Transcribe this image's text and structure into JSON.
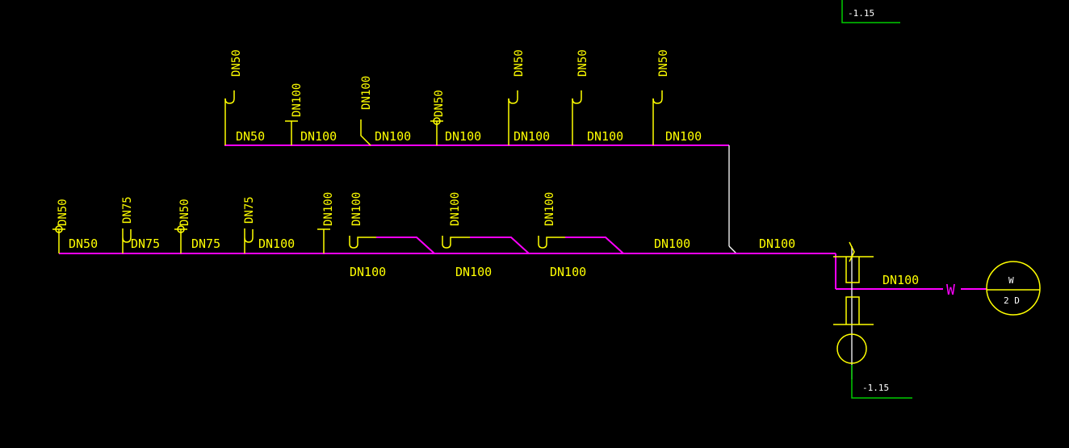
{
  "elevations": {
    "top": "-1.15",
    "bottom": "-1.15"
  },
  "upper_branch": {
    "risers": [
      {
        "id": "u1",
        "vertical": "DN50",
        "horizontal": "DN50"
      },
      {
        "id": "u2",
        "vertical": "DN100",
        "horizontal": "DN100"
      },
      {
        "id": "u3",
        "vertical": "DN100",
        "horizontal": "DN100"
      },
      {
        "id": "u4",
        "vertical": "DN50",
        "horizontal": "DN100"
      },
      {
        "id": "u5",
        "vertical": "DN50",
        "horizontal": "DN100"
      },
      {
        "id": "u6",
        "vertical": "DN50",
        "horizontal": "DN100"
      },
      {
        "id": "u7",
        "vertical": "DN50",
        "horizontal": "DN100"
      }
    ]
  },
  "lower_branch": {
    "risers": [
      {
        "id": "l1",
        "vertical": "DN50",
        "horizontal": "DN50"
      },
      {
        "id": "l2",
        "vertical": "DN75",
        "horizontal": "DN75"
      },
      {
        "id": "l3",
        "vertical": "DN50",
        "horizontal": "DN75"
      },
      {
        "id": "l4",
        "vertical": "DN75",
        "horizontal": "DN100"
      },
      {
        "id": "l5",
        "vertical": "DN100",
        "horizontal": ""
      },
      {
        "id": "l6",
        "vertical": "DN100",
        "horizontal": "DN100"
      },
      {
        "id": "l7",
        "vertical": "DN100",
        "horizontal": "DN100"
      },
      {
        "id": "l8",
        "vertical": "DN100",
        "horizontal": "DN100"
      }
    ],
    "main_labels": [
      "DN100",
      "DN100"
    ]
  },
  "outlet": {
    "pipe_label": "DN100",
    "line_letter": "W",
    "symbol_top": "W",
    "symbol_bottom": "2 D"
  }
}
